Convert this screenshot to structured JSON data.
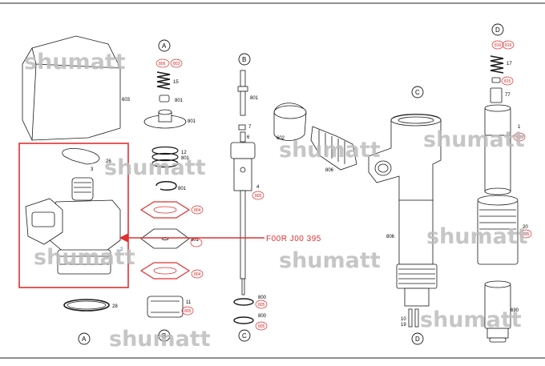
{
  "part_number": "F00R J00 395",
  "watermark": "shumatt",
  "colors": {
    "highlight": "#e03030",
    "line": "#1a1a1a",
    "watermark": "#bdbdbd"
  },
  "section_markers": {
    "a_top": "A",
    "b_top": "B",
    "c_top": "C",
    "d_top": "D",
    "a_bottom": "A",
    "b_bottom": "B",
    "c_bottom": "C",
    "d_bottom": "D"
  },
  "labels": {
    "p603": "603",
    "p26": "26",
    "p3": "3",
    "p2": "2",
    "p28": "28",
    "p15": "15",
    "p801a": "801",
    "p801b": "801",
    "p12": "12",
    "p801c": "801",
    "p801d": "801",
    "p801e": "801",
    "p11": "11",
    "p801f": "801",
    "p7": "7",
    "p6": "6",
    "p4": "4",
    "p800a": "800",
    "p800b": "800",
    "p602": "602",
    "p806a": "806",
    "p806b": "806",
    "p10": "10",
    "p19": "19",
    "p17": "17",
    "p77": "77",
    "p1": "1",
    "p20": "20",
    "p690": "690"
  },
  "red_labels": {
    "r806a": "806",
    "r803": "803",
    "r804a": "804",
    "r804b": "804",
    "r805a": "805",
    "r805b": "805",
    "r805c": "805",
    "r805d": "805",
    "r816a": "816",
    "r816b": "816",
    "r815": "815",
    "r815b": "815",
    "r815c": "815"
  }
}
